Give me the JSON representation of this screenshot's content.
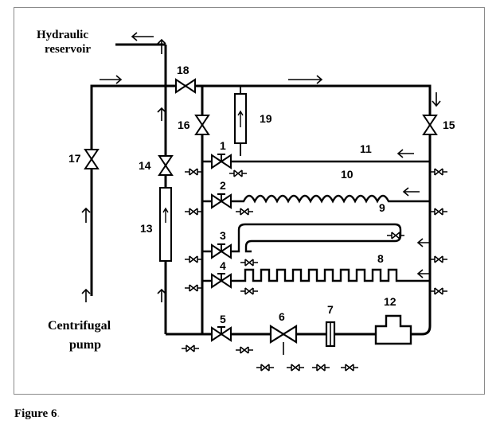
{
  "labels": {
    "reservoir_line1": "Hydraulic",
    "reservoir_line2": "reservoir",
    "pump_line1": "Centrifugal",
    "pump_line2": "pump"
  },
  "components": {
    "n1": "1",
    "n2": "2",
    "n3": "3",
    "n4": "4",
    "n5": "5",
    "n6": "6",
    "n7": "7",
    "n8": "8",
    "n9": "9",
    "n10": "10",
    "n11": "11",
    "n12": "12",
    "n13": "13",
    "n14": "14",
    "n15": "15",
    "n16": "16",
    "n17": "17",
    "n18": "18",
    "n19": "19"
  },
  "caption": {
    "label": "Figure 6",
    "suffix": "."
  }
}
